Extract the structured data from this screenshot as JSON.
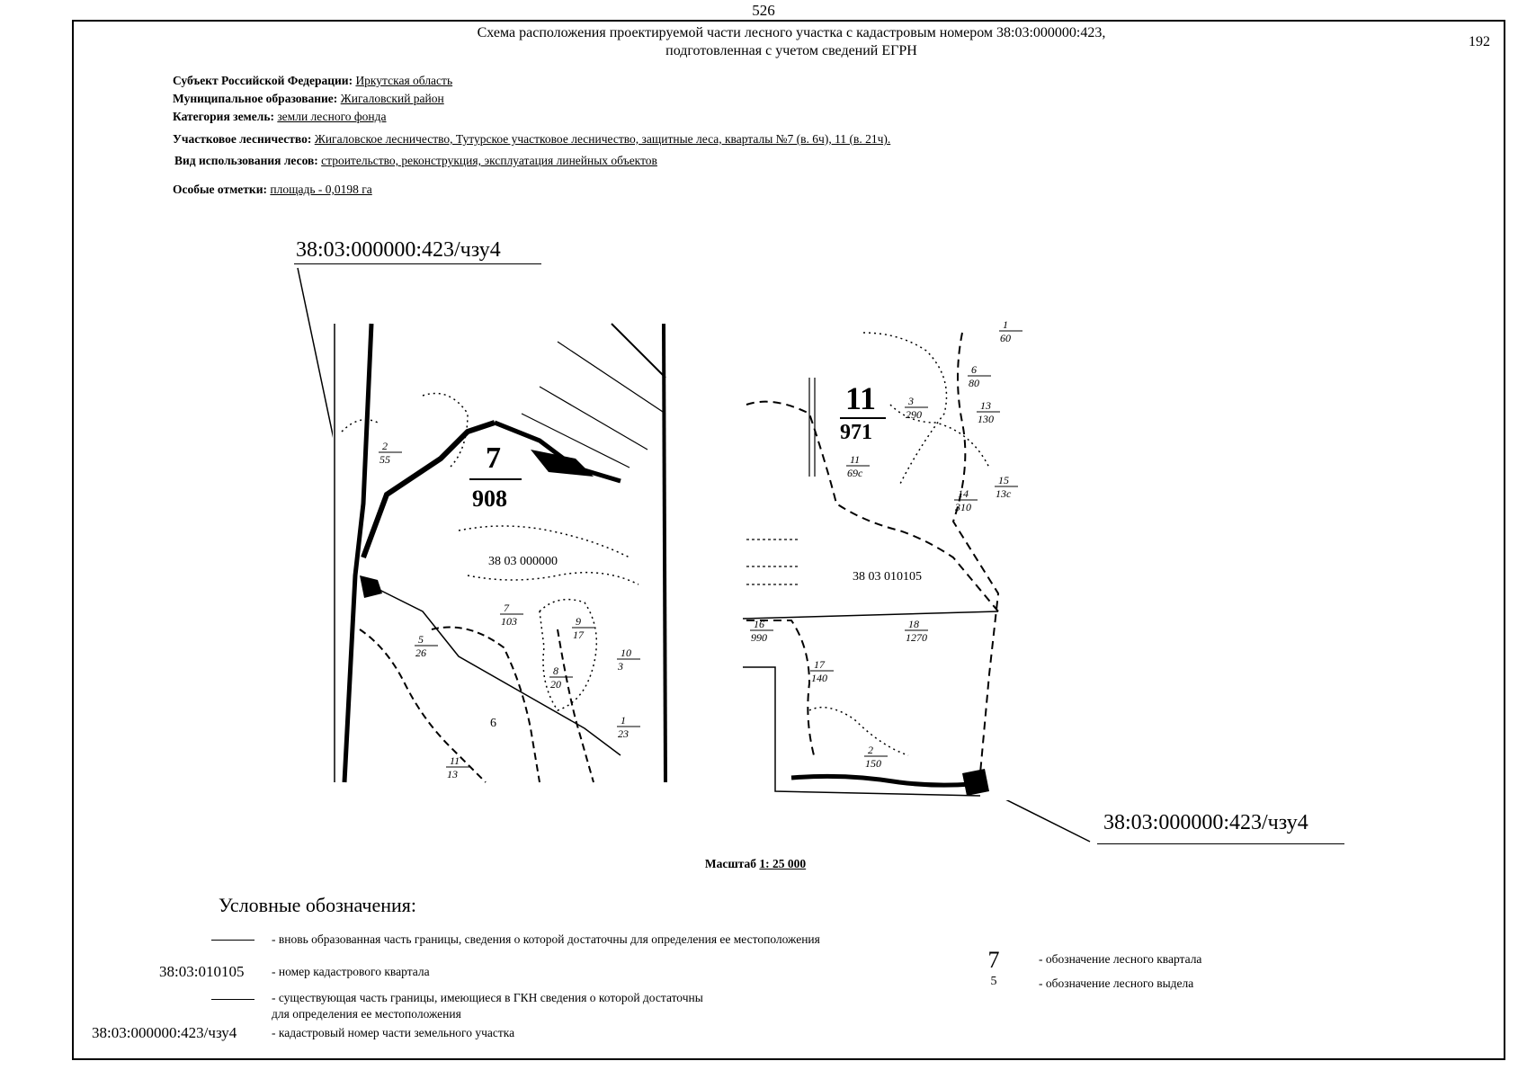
{
  "page_number": "526",
  "sheet_number": "192",
  "title": {
    "line1": "Схема расположения проектируемой части лесного участка с кадастровым номером 38:03:000000:423,",
    "line2": "подготовленная с учетом сведений ЕГРН"
  },
  "meta": {
    "subject_label": "Субъект Российской Федерации:",
    "subject_value": "Иркутская область",
    "municipality_label": "Муниципальное образование:",
    "municipality_value": "Жигаловский район",
    "land_category_label": "Категория земель:",
    "land_category_value": "земли лесного фонда",
    "forestry_label": "Участковое лесничество:",
    "forestry_value": "Жигаловское лесничество, Тутурское участковое лесничество, защитные леса, кварталы №7 (в. 6ч), 11 (в. 21ч).",
    "usage_label": "Вид использования лесов:",
    "usage_value": "строительство, реконструкция, эксплуатация линейных объектов",
    "special_label": "Особые отметки:",
    "special_value": "площадь -  0,0198 га"
  },
  "map": {
    "parcel_label_left": "38:03:000000:423/чзу4",
    "parcel_label_right": "38:03:000000:423/чзу4",
    "left_map": {
      "quarter_number": "7",
      "quarter_area": "908",
      "cadastral_quarter": "38 03 000000",
      "sections": [
        {
          "n": "2",
          "d": "55"
        },
        {
          "n": "7",
          "d": "103"
        },
        {
          "n": "9",
          "d": "17"
        },
        {
          "n": "8",
          "d": "20"
        },
        {
          "n": "10",
          "d": "3"
        },
        {
          "n": "5",
          "d": "26"
        },
        {
          "n": "1",
          "d": "23"
        },
        {
          "n": "11",
          "d": "13"
        }
      ],
      "section_single": "6"
    },
    "right_map": {
      "quarter_number": "11",
      "quarter_area": "971",
      "cadastral_quarter": "38 03 010105",
      "sections": [
        {
          "n": "3",
          "d": "290"
        },
        {
          "n": "11",
          "d": "69с"
        },
        {
          "n": "13",
          "d": "130"
        },
        {
          "n": "6",
          "d": "80"
        },
        {
          "n": "15",
          "d": "13с"
        },
        {
          "n": "14",
          "d": "310"
        },
        {
          "n": "18",
          "d": "1270"
        },
        {
          "n": "17",
          "d": "140"
        },
        {
          "n": "2",
          "d": "150"
        },
        {
          "n": "16",
          "d": "990"
        },
        {
          "n": "1",
          "d": "60"
        }
      ]
    }
  },
  "scale": {
    "label": "Масштаб",
    "value": "1: 25 000"
  },
  "legend": {
    "title": "Условные обозначения:",
    "items": [
      {
        "text": "- вновь образованная часть границы, сведения о которой достаточны для определения ее местоположения"
      },
      {
        "code": "38:03:010105",
        "text": "- номер кадастрового квартала"
      },
      {
        "text_line1": "- существующая часть границы, имеющиеся в ГКН сведения о которой достаточны",
        "text_line2": "для определения ее местоположения"
      },
      {
        "code": "38:03:000000:423/чзу4",
        "text": "- кадастровый номер части земельного участка"
      }
    ],
    "right_items": [
      {
        "symbol": "7",
        "text": "- обозначение лесного квартала"
      },
      {
        "symbol": "5",
        "text": "- обозначение лесного выдела"
      }
    ]
  },
  "colors": {
    "ink": "#000000",
    "paper": "#ffffff"
  }
}
